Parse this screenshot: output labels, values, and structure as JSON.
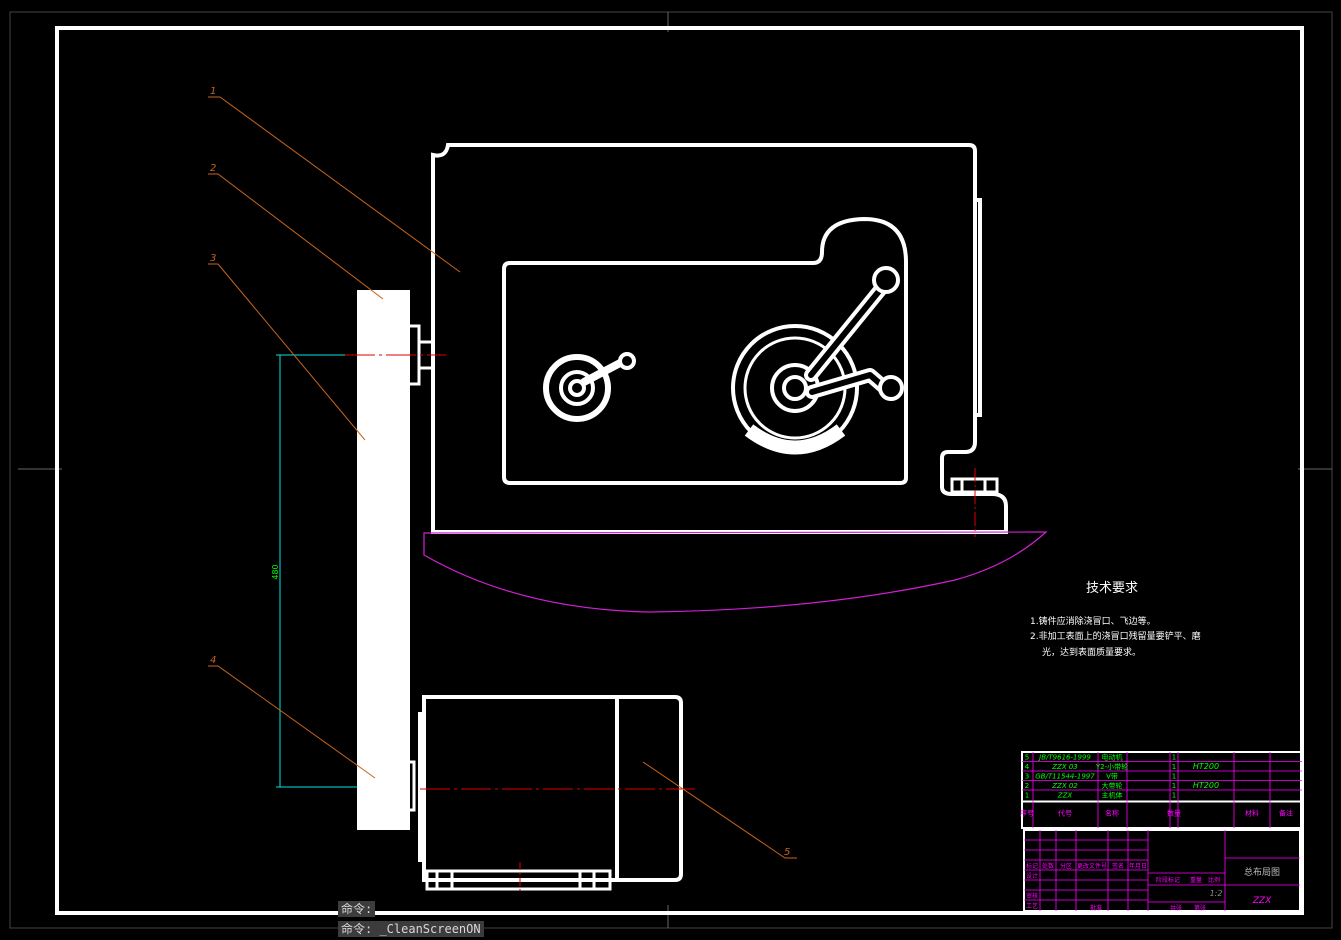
{
  "drawing": {
    "balloons": [
      "1",
      "2",
      "3",
      "4",
      "5"
    ],
    "dimension": "480",
    "tech_requirements": {
      "title": "技术要求",
      "lines": [
        "1.铸件应消除浇冒口、飞边等。",
        "2.非加工表面上的浇冒口残留量要铲平、磨",
        "光，达到表面质量要求。"
      ]
    },
    "parts_list": [
      {
        "no": "5",
        "code": "JB/T9616-1999",
        "name": "电动机",
        "qty": "1",
        "material": ""
      },
      {
        "no": "4",
        "code": "ZZX 03",
        "name": "Y2-小带轮",
        "qty": "1",
        "material": "HT200"
      },
      {
        "no": "3",
        "code": "GB/T11544-1997",
        "name": "V带",
        "qty": "1",
        "material": ""
      },
      {
        "no": "2",
        "code": "ZZX 02",
        "name": "大带轮",
        "qty": "1",
        "material": "HT200"
      },
      {
        "no": "1",
        "code": "ZZX",
        "name": "主机体",
        "qty": "1",
        "material": ""
      }
    ],
    "parts_header": {
      "no": "序号",
      "code": "代号",
      "name": "名称",
      "qty": "数量",
      "material": "材料",
      "remark": "备注"
    },
    "title_block": {
      "drawing_name": "总布局图",
      "code": "ZZX",
      "scale": "1:2",
      "row_labels": [
        "标记",
        "设计",
        "审核",
        "工艺"
      ],
      "col_labels": [
        "处数",
        "分区",
        "更改文件号",
        "签名",
        "年月日"
      ],
      "stage_labels": [
        "阶段标记",
        "重量",
        "比例"
      ],
      "bottom_labels": [
        "批准",
        "共张",
        "第张"
      ]
    }
  },
  "command_line": {
    "line1": "命令:",
    "line2": "命令: _CleanScreenON"
  },
  "colors": {
    "background": "#000000",
    "outline": "#ffffff",
    "leader": "#c8651b",
    "dimension": "#00e5e5",
    "dimension_text": "#00ff00",
    "center_line": "#e00000",
    "table": "#ff00ff",
    "curve": "#d020d0"
  }
}
